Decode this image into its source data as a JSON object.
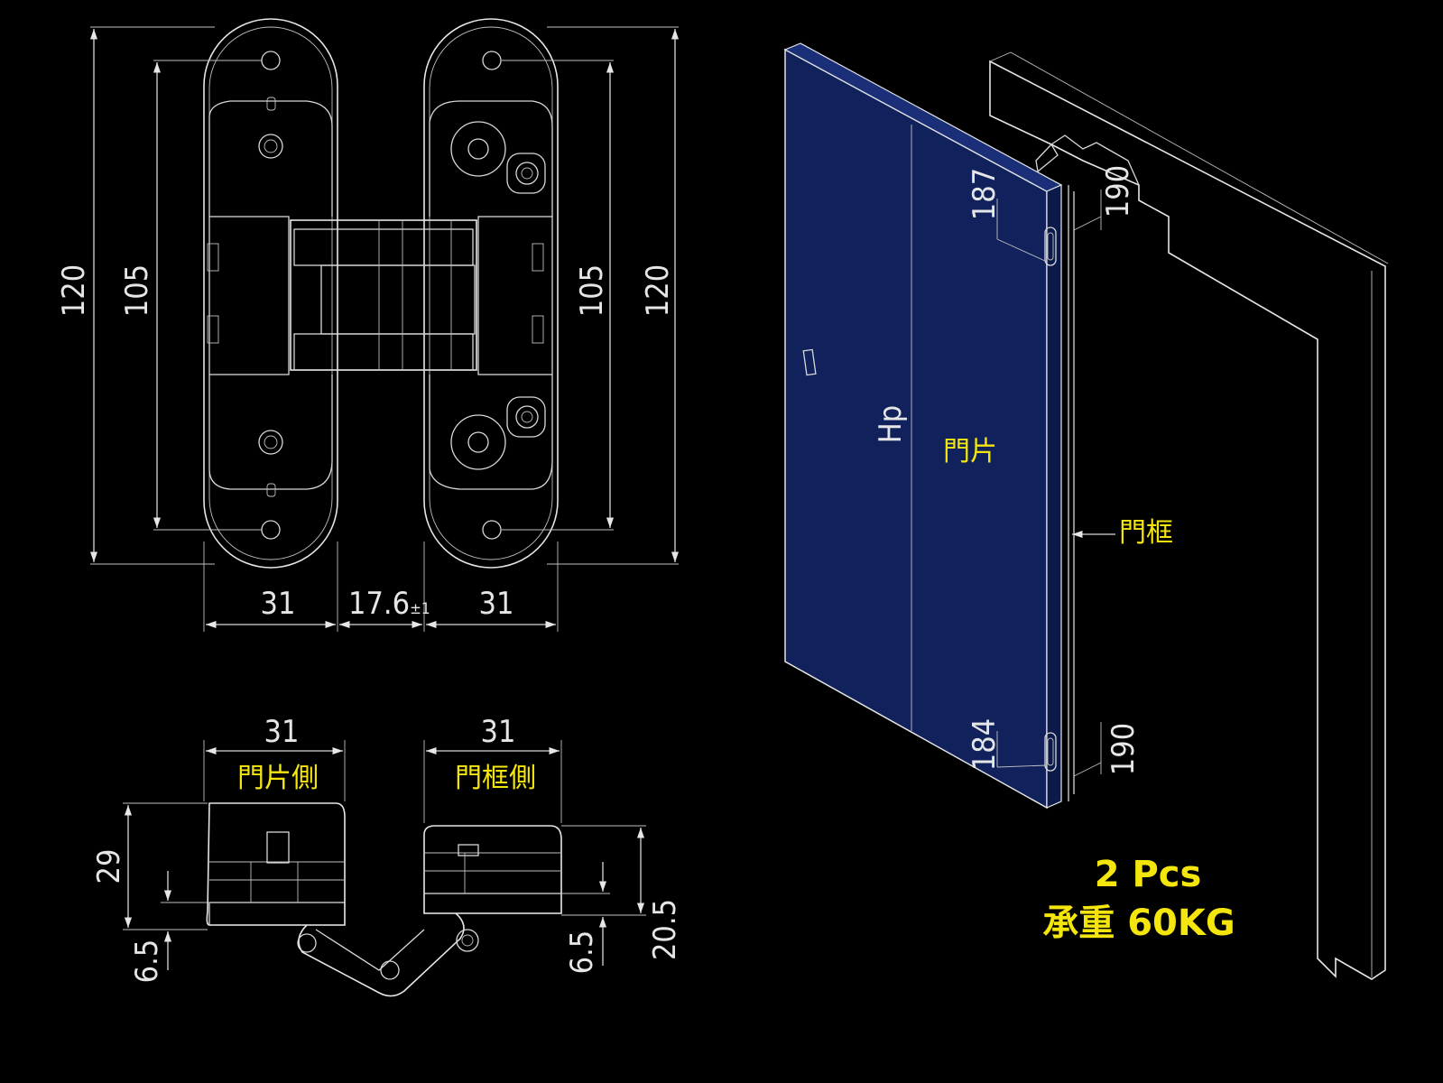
{
  "front_view": {
    "overall_height": "120",
    "hole_spacing": "105",
    "leaf_width_left": "31",
    "gap": "17.6",
    "gap_tolerance": "±1",
    "leaf_width_right": "31"
  },
  "side_view": {
    "leaf_width_left": "31",
    "leaf_width_right": "31",
    "door_side_label": "門片側",
    "frame_side_label": "門框側",
    "height_left": "29",
    "offset_left": "6.5",
    "offset_right": "6.5",
    "height_right": "20.5"
  },
  "door_view": {
    "top_door_offset": "187",
    "top_frame_offset": "190",
    "bottom_door_offset": "184",
    "bottom_frame_offset": "190",
    "height_label": "Hp",
    "door_label": "門片",
    "frame_label": "門框"
  },
  "spec": {
    "quantity": "2 Pcs",
    "load": "承重 60KG"
  },
  "colors": {
    "background": "#000000",
    "door_panel": "#10215c",
    "highlight": "#f4e60c",
    "line": "#d8d8d8"
  }
}
